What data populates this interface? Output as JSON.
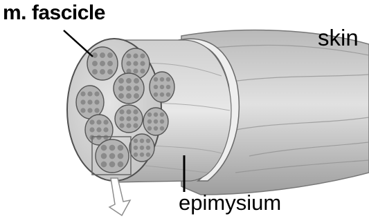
{
  "labels": {
    "fascicle": "m. fascicle",
    "skin": "skin",
    "epimysium": "epimysium"
  },
  "colors": {
    "background": "#ffffff",
    "muscle_fill": "#c9c9c9",
    "fascicle_fill": "#b3b3b3",
    "fiber_fill": "#8a8a8a",
    "outline": "#555555",
    "pointer_line": "#000000"
  },
  "fascicle_count": 10
}
